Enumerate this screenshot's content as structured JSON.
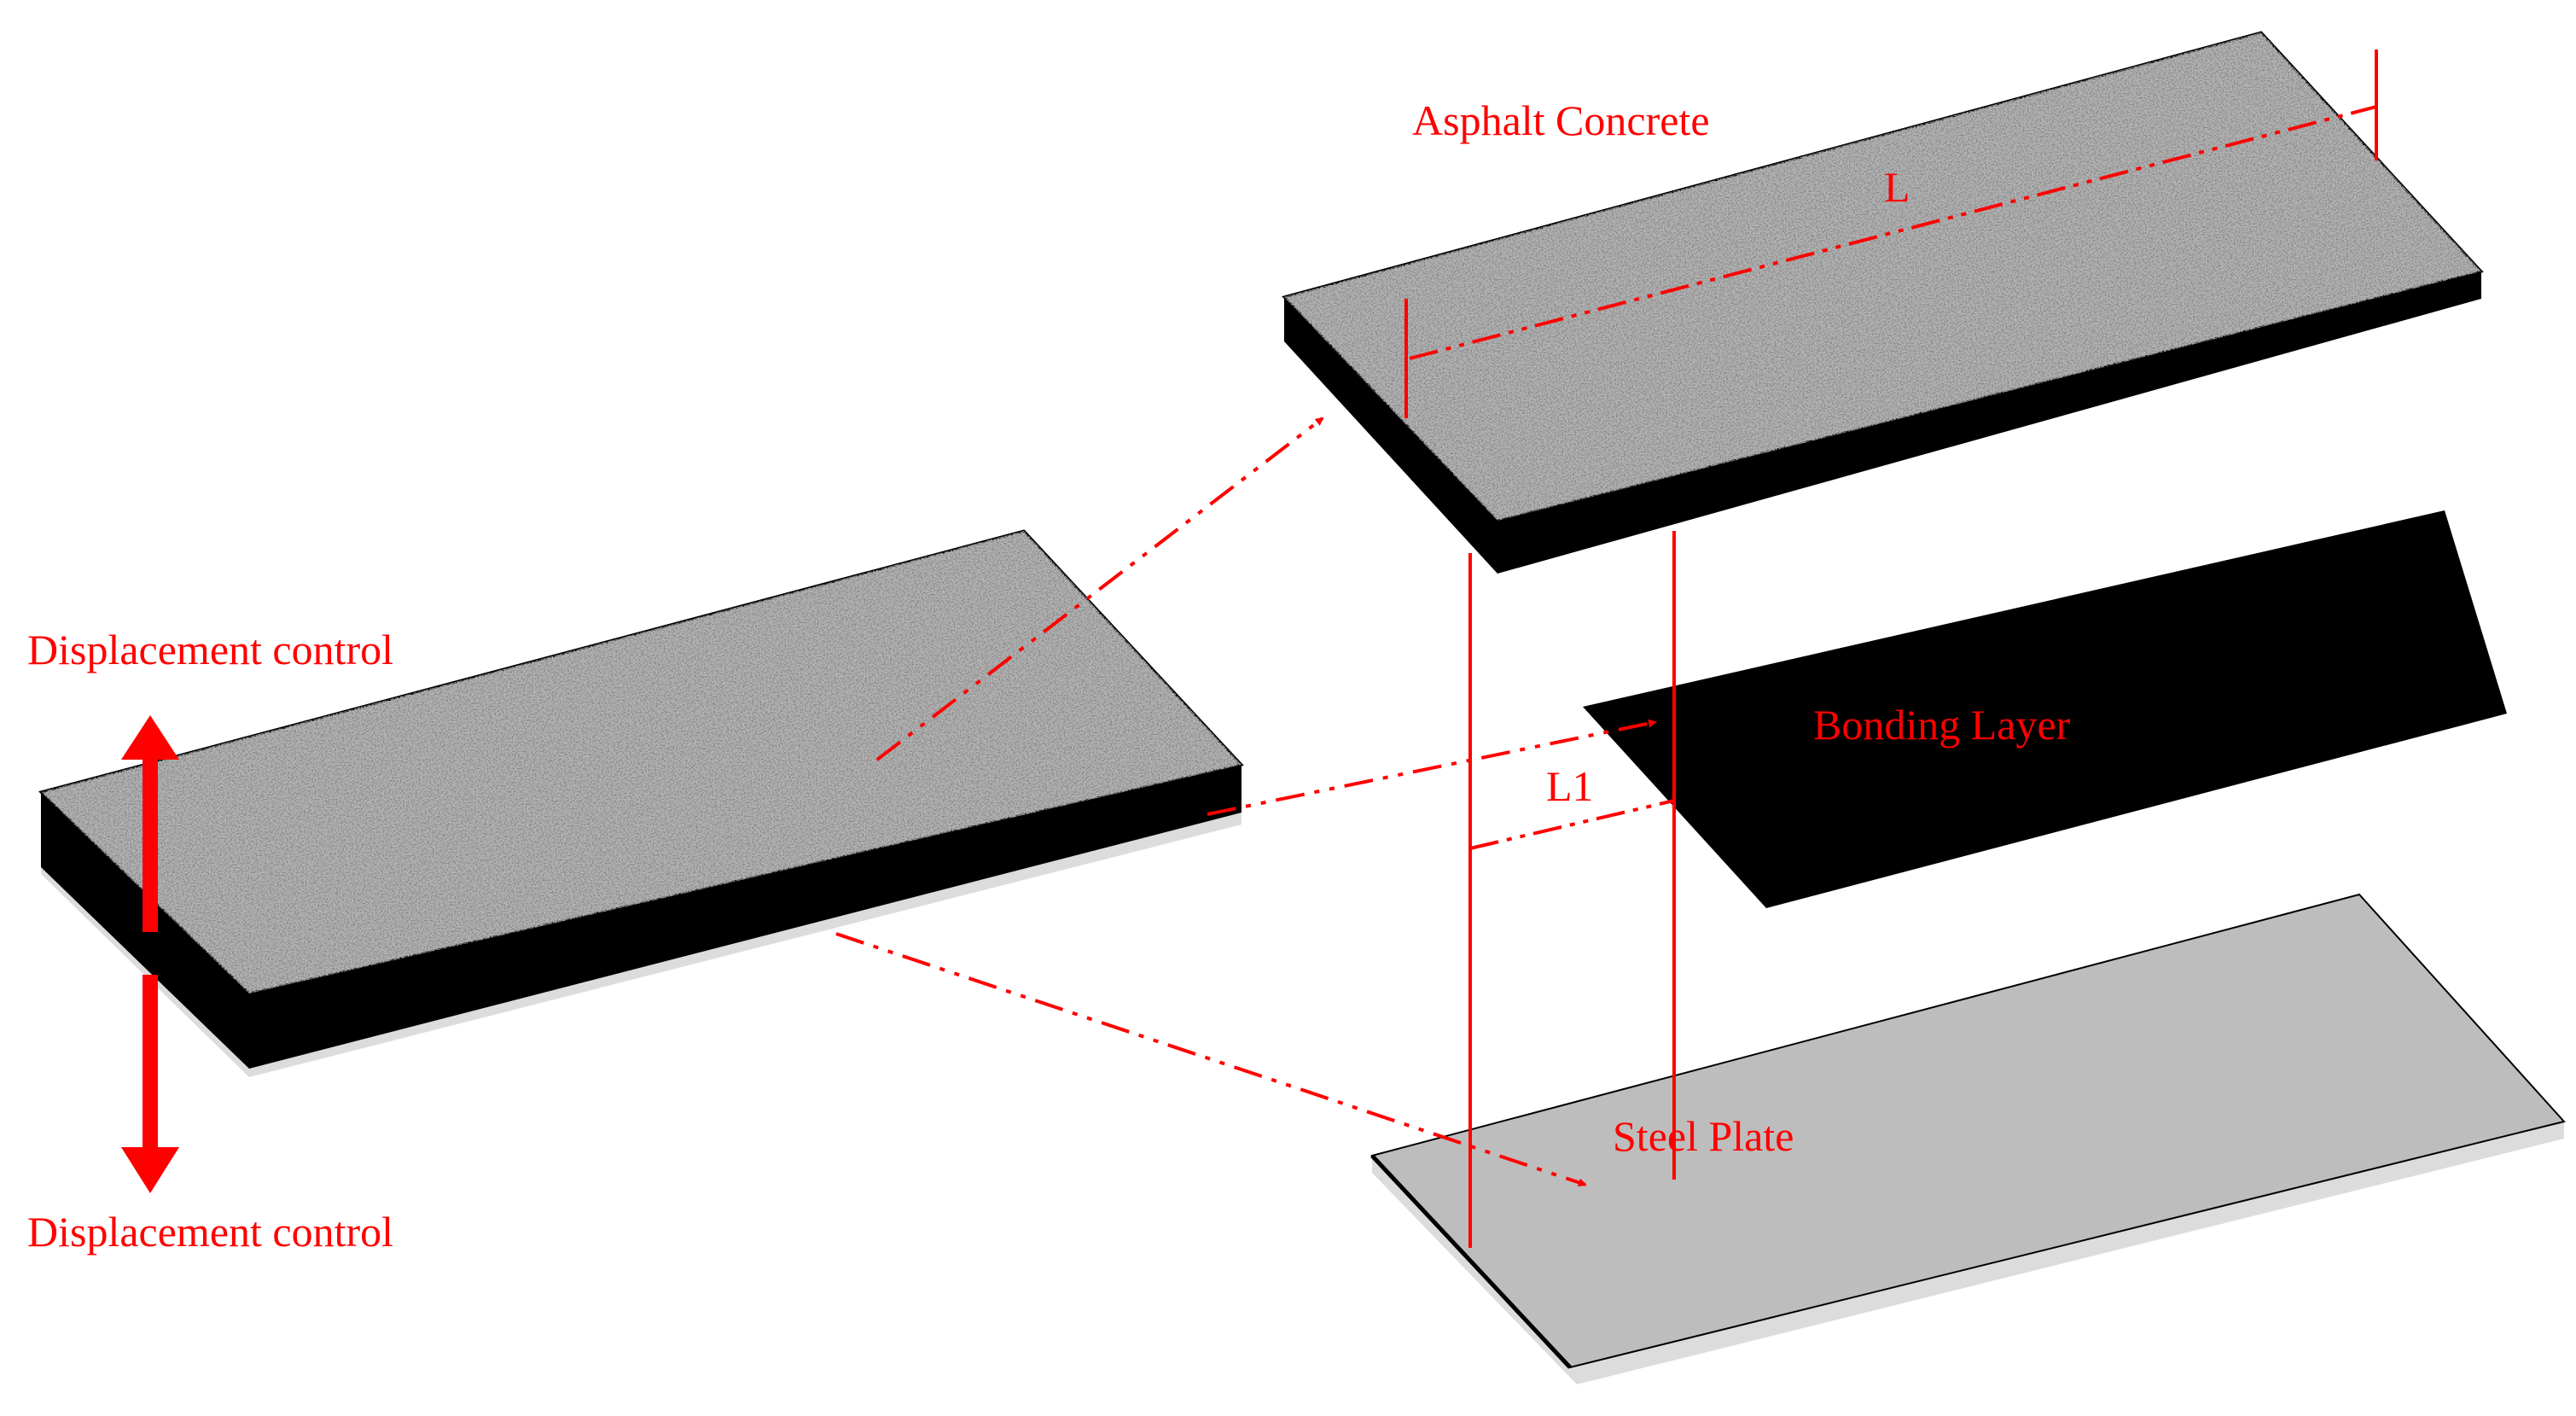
{
  "labels": {
    "asphalt_concrete": "Asphalt Concrete",
    "length_L": "L",
    "bonding_layer": "Bonding Layer",
    "length_L1": "L1",
    "steel_plate": "Steel Plate",
    "displacement_top": "Displacement control",
    "displacement_bottom": "Displacement control"
  },
  "colors": {
    "annotation": "#ff0000",
    "asphalt_texture": "#7f7f7f",
    "layer_edge": "#000000",
    "bonding_layer": "#000000",
    "steel_plate": "#bdbdbd",
    "steel_plate_edge": "#dcdcdc"
  }
}
